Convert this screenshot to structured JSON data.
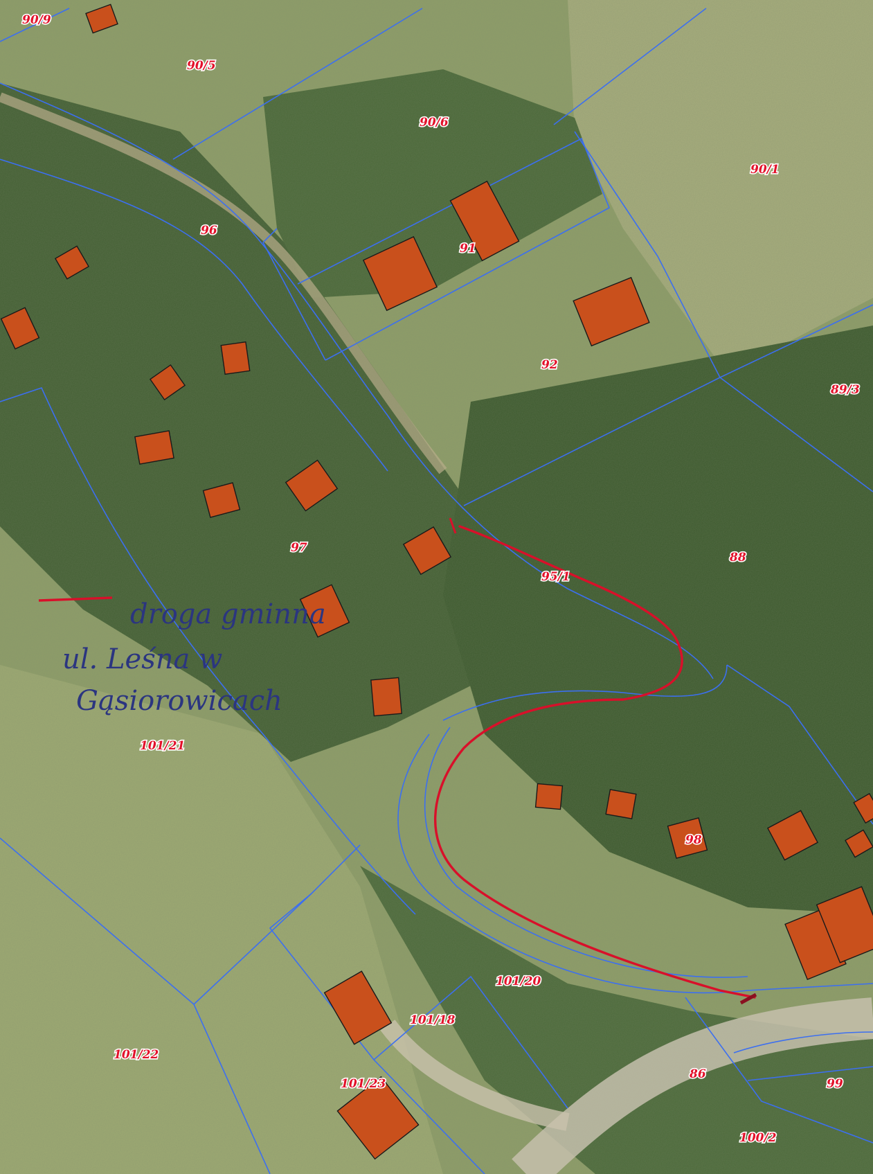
{
  "map": {
    "parcel_labels": [
      "90/9",
      "90/5",
      "90/6",
      "90/1",
      "96",
      "91",
      "92",
      "89/3",
      "97",
      "88",
      "95/1",
      "101/21",
      "98",
      "101/20",
      "101/18",
      "101/22",
      "86",
      "99",
      "101/23",
      "100/2"
    ],
    "annotation": {
      "lines": [
        "droga gminna",
        "ul. Leśna w",
        "Gąsiorowicach"
      ]
    },
    "colors": {
      "parcel_boundary": "#3c6ff0",
      "parcel_label": "#e3112a",
      "building": "#c9501c",
      "road_marking": "#d8102a",
      "handwriting": "#2b3580",
      "orthophoto_forest": "#3e5b30",
      "orthophoto_meadow": "#97a66f"
    }
  }
}
